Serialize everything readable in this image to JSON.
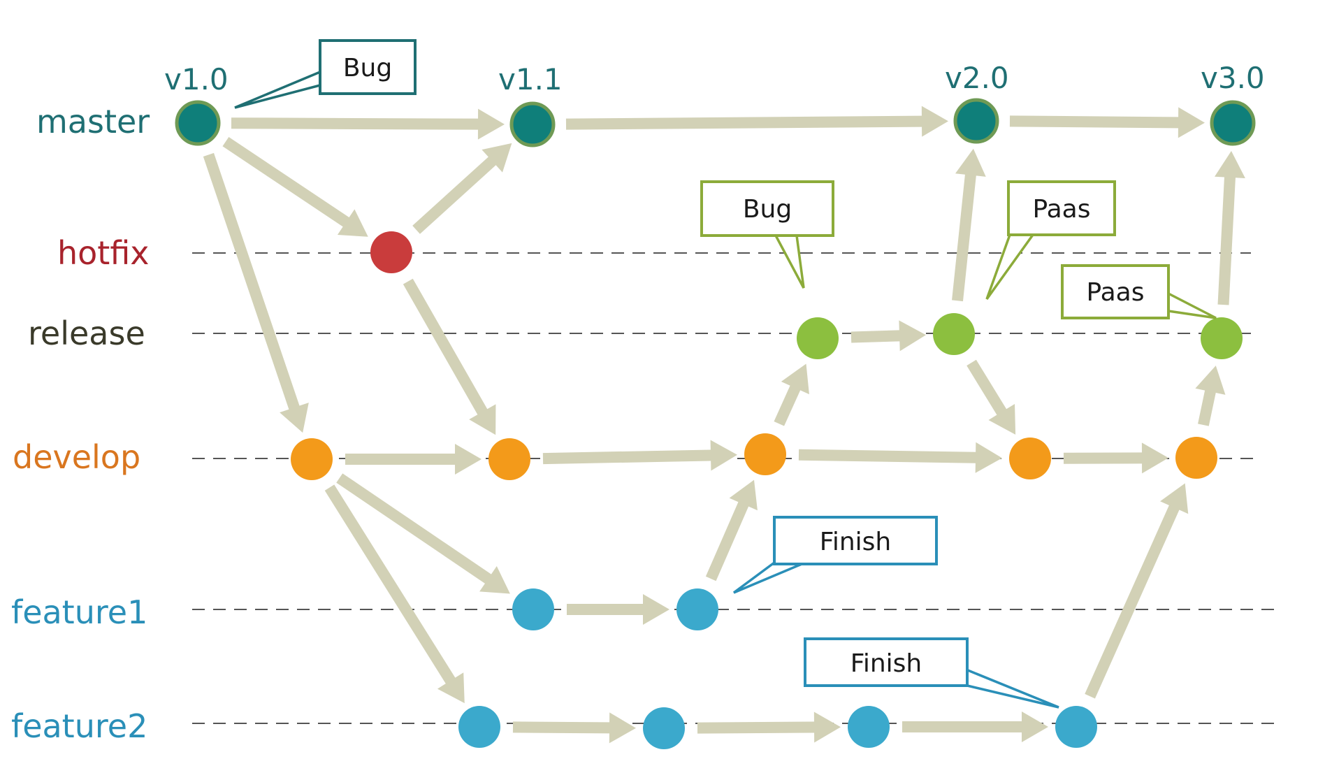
{
  "colors": {
    "master": "#0f7f7a",
    "hotfix": "#c93c3c",
    "release": "#8cbf3f",
    "develop": "#f39a1a",
    "feature": "#3ba9cc",
    "arrow": "#d2d1b6",
    "label_master": "#1f6f73",
    "label_hotfix": "#a8232c",
    "label_release": "#3a3a2a",
    "label_develop": "#d9761f",
    "label_feature": "#2a8fb8",
    "callout_teal": "#1f6f73",
    "callout_green": "#8cab3a",
    "callout_blue": "#2a8fb8"
  },
  "branches": [
    {
      "id": "master",
      "label": "master"
    },
    {
      "id": "hotfix",
      "label": "hotfix"
    },
    {
      "id": "release",
      "label": "release"
    },
    {
      "id": "develop",
      "label": "develop"
    },
    {
      "id": "feature1",
      "label": "feature1"
    },
    {
      "id": "feature2",
      "label": "feature2"
    }
  ],
  "versions": [
    "v1.0",
    "v1.1",
    "v2.0",
    "v3.0"
  ],
  "callouts": [
    {
      "text": "Bug",
      "style": "teal"
    },
    {
      "text": "Bug",
      "style": "green"
    },
    {
      "text": "Paas",
      "style": "green"
    },
    {
      "text": "Paas",
      "style": "green"
    },
    {
      "text": "Finish",
      "style": "blue"
    },
    {
      "text": "Finish",
      "style": "blue"
    }
  ]
}
